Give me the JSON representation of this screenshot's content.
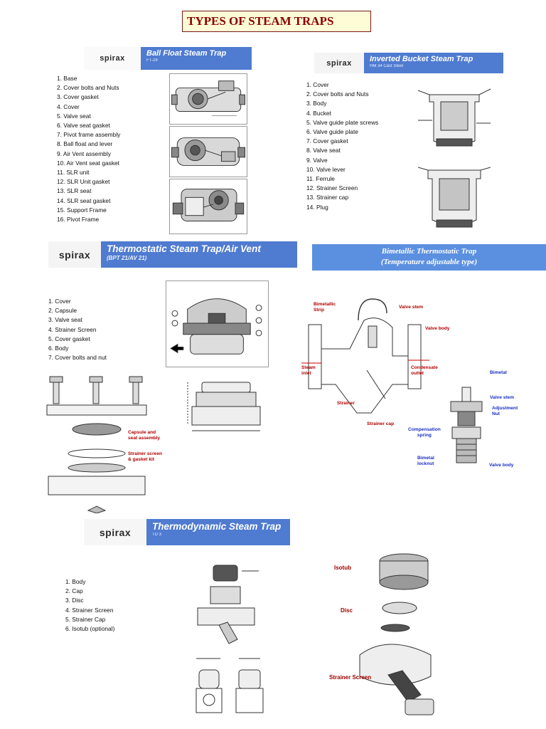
{
  "page": {
    "title": "TYPES OF STEAM TRAPS"
  },
  "sections": {
    "ball_float": {
      "brand": "spirax",
      "title": "Ball Float Steam Trap",
      "subtitle": "FT-29",
      "parts": [
        "1. Base",
        "2. Cover bolts and Nuts",
        "3. Cover gasket",
        "4. Cover",
        "5. Valve seat",
        "6. Valve seat gasket",
        "7. Pivot frame assembly",
        "8. Ball float and lever",
        "9. Air Vent assembly",
        "10. Air Vent seat gasket",
        "11. SLR unit",
        "12. SLR Unit gasket",
        "13. SLR seat",
        "14. SLR seat gasket",
        "15. Support Frame",
        "16. Pivot Frame"
      ]
    },
    "inverted_bucket": {
      "brand": "spirax",
      "title": "Inverted Bucket Steam Trap",
      "subtitle": "HM 34 Cast Steel",
      "parts": [
        "1. Cover",
        "2. Cover bolts and Nuts",
        "3. Body",
        "4. Bucket",
        "5. Valve guide plate screws",
        "6. Valve guide plate",
        "7. Cover gasket",
        "8. Valve seat",
        "9. Valve",
        "10. Valve lever",
        "11. Ferrule",
        "12. Strainer Screen",
        "13. Strainer cap",
        "14. Plug"
      ]
    },
    "thermostatic": {
      "brand": "spirax",
      "title": "Thermostatic Steam Trap/Air Vent",
      "subtitle": "(BPT 21/AV 21)",
      "parts": [
        "1. Cover",
        "2. Capsule",
        "3. Valve seat",
        "4. Strainer Screen",
        "5. Cover gasket",
        "6. Body",
        "7. Cover bolts and nut"
      ],
      "callouts": {
        "capsule": "Capsule and\nseat assembly",
        "strainer": "Strainer screen\n& gasket kit"
      }
    },
    "bimetallic": {
      "title_line1": "Bimetallic Thermostatic Trap",
      "title_line2": "(Temperature adjustable type)",
      "callouts": {
        "bimetallic_strip": "Bimetallic\nStrip",
        "valve_stem": "Valve stem",
        "valve_body": "Valve body",
        "steam_inlet": "Steam\ninlet",
        "condensate_outlet": "Condensate\noutlet",
        "strainer": "Strainer",
        "strainer_cap": "Strainer cap"
      },
      "detail_callouts": {
        "bimetal": "Bimetal",
        "valve_stem": "Valve stem",
        "adjustment_nut": "Adjustment\nNut",
        "compensation_spring": "Compensation\nspring",
        "bimetal_locknut": "Bimetal\nlocknut",
        "valve_body": "Valve body"
      }
    },
    "thermodynamic": {
      "brand": "spirax",
      "title": "Thermodynamic Steam Trap",
      "subtitle": "TD 3",
      "parts": [
        "1. Body",
        "2. Cap",
        "3. Disc",
        "4. Strainer Screen",
        "5. Strainer Cap",
        "6. Isotub (optional)"
      ],
      "callouts": {
        "isotub": "Isotub",
        "disc": "Disc",
        "strainer_screen": "Strainer Screen"
      }
    }
  }
}
